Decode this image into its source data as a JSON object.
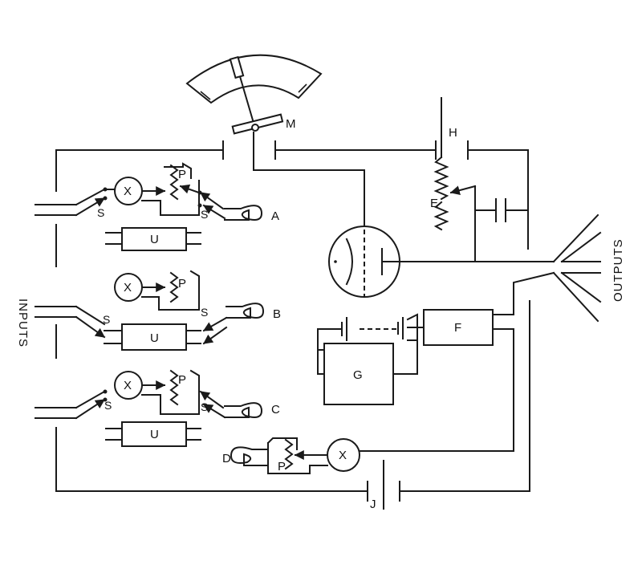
{
  "side_labels": {
    "inputs": "INPUTS",
    "outputs": "OUTPUTS"
  },
  "labels": {
    "A": "A",
    "B": "B",
    "C": "C",
    "D": "D",
    "E": "E",
    "F": "F",
    "G": "G",
    "H": "H",
    "J": "J",
    "M": "M",
    "P": "P",
    "S": "S",
    "U": "U",
    "X": "X"
  }
}
